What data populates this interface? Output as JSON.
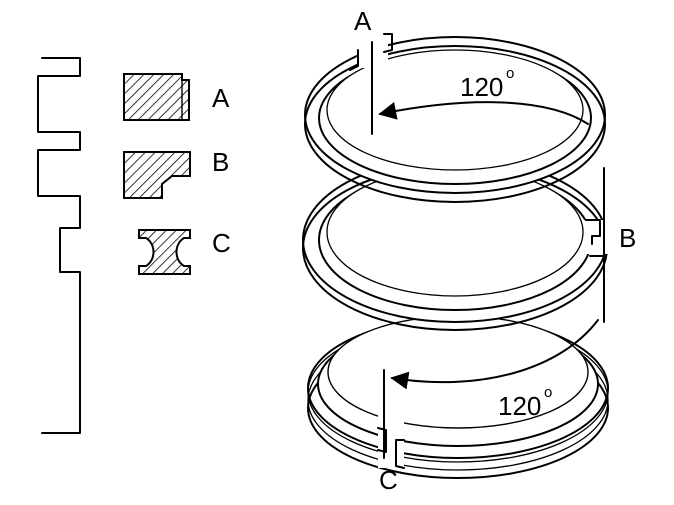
{
  "labels": {
    "section_a": "A",
    "section_b": "B",
    "section_c": "C",
    "ring_gap_a": "A",
    "ring_gap_b": "B",
    "ring_gap_c": "C"
  },
  "angles": {
    "upper": "120",
    "lower": "120",
    "degree_mark": "o"
  }
}
